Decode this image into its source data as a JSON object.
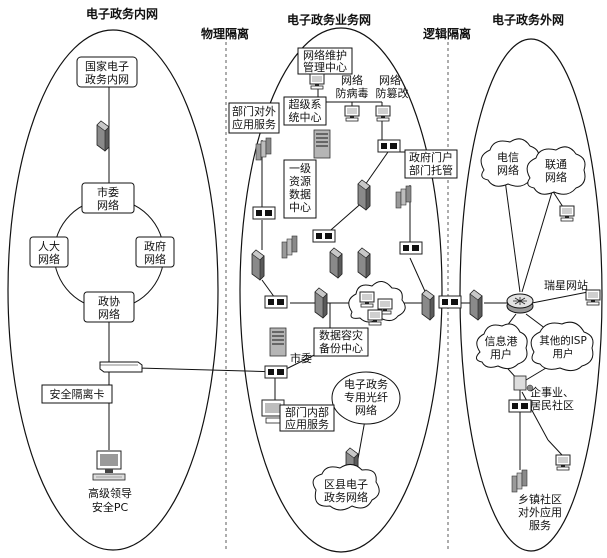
{
  "titles": {
    "intranet": "电子政务内网",
    "physical_isolation": "物理隔离",
    "business": "电子政务业务网",
    "logical_isolation": "逻辑隔离",
    "extranet": "电子政务外网"
  },
  "intranet": {
    "national": [
      "国家电子",
      "政务内网"
    ],
    "municipal": [
      "市委",
      "网络"
    ],
    "npc": [
      "人大",
      "网络"
    ],
    "government": [
      "政府",
      "网络"
    ],
    "cppcc": [
      "政协",
      "网络"
    ],
    "isolation_card": "安全隔离卡",
    "leader_pc": [
      "高级领导",
      "安全PC"
    ]
  },
  "business": {
    "maintenance": [
      "网络维护",
      "管理中心"
    ],
    "antivirus": [
      "网络",
      "防病毒"
    ],
    "antitamper": [
      "网络",
      "防篡改"
    ],
    "external_service": [
      "部门对外",
      "应用服务"
    ],
    "super_center": [
      "超级系",
      "统中心"
    ],
    "portal_hosting": [
      "政府门户",
      "部门托管"
    ],
    "data_center": [
      "一级",
      "资源",
      "数据",
      "中心"
    ],
    "disaster_backup": [
      "数据容灾",
      "备份中心"
    ],
    "municipal_node": "市委",
    "fiber_net": [
      "电子政务",
      "专用光纤",
      "网络"
    ],
    "internal_service": [
      "部门内部",
      "应用服务"
    ],
    "county_net": [
      "区县电子",
      "政务网络"
    ]
  },
  "extranet": {
    "telecom": [
      "电信",
      "网络"
    ],
    "unicom": [
      "联通",
      "网络"
    ],
    "ruixing": "瑞星网站",
    "info_port": [
      "信息港",
      "用户"
    ],
    "other_isp": [
      "其他的ISP",
      "用户"
    ],
    "enterprise": [
      "企事业、",
      "居民社区"
    ],
    "township": [
      "乡镇社区",
      "对外应用",
      "服务"
    ]
  }
}
